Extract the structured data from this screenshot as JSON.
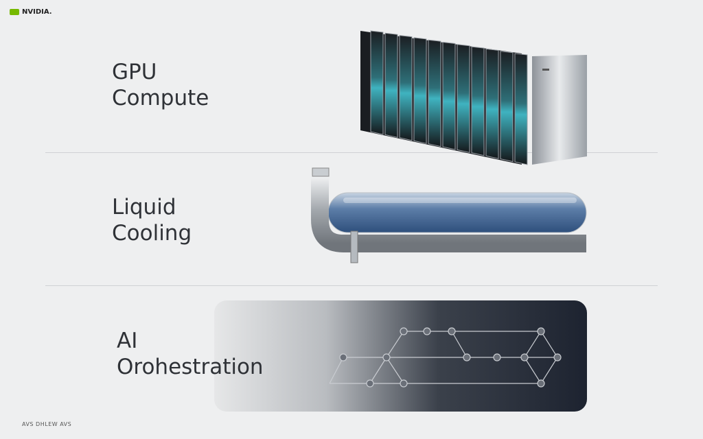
{
  "brand": {
    "name": "NVIDIA.",
    "accent": "#76b900"
  },
  "sections": [
    {
      "title_line1": "GPU",
      "title_line2": "Compute",
      "illustration": "server-rack"
    },
    {
      "title_line1": "Liquid",
      "title_line2": "Cooling",
      "illustration": "coolant-pipe"
    },
    {
      "title_line1": "AI",
      "title_line2": "Orohestration",
      "illustration": "node-network"
    }
  ],
  "footer": "AVS DHLEW AVS"
}
